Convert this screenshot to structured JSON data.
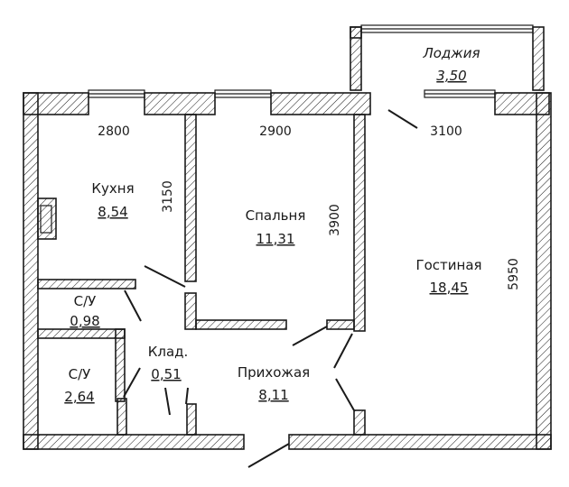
{
  "rooms": {
    "loggia": {
      "name": "Лоджия",
      "area": "3,50"
    },
    "kitchen": {
      "name": "Кухня",
      "area": "8,54"
    },
    "bedroom": {
      "name": "Спальня",
      "area": "11,31"
    },
    "living": {
      "name": "Гостиная",
      "area": "18,45"
    },
    "wc_top": {
      "name": "С/У",
      "area": "0,98"
    },
    "wc_bottom": {
      "name": "С/У",
      "area": "2,64"
    },
    "closet": {
      "name": "Клад.",
      "area": "0,51"
    },
    "hall": {
      "name": "Прихожая",
      "area": "8,11"
    }
  },
  "dimensions": {
    "kitchen_width": "2800",
    "bedroom_width": "2900",
    "living_width": "3100",
    "kitchen_depth": "3150",
    "bedroom_depth": "3900",
    "living_depth": "5950"
  },
  "colors": {
    "line": "#1a1a1a",
    "background": "#ffffff"
  }
}
